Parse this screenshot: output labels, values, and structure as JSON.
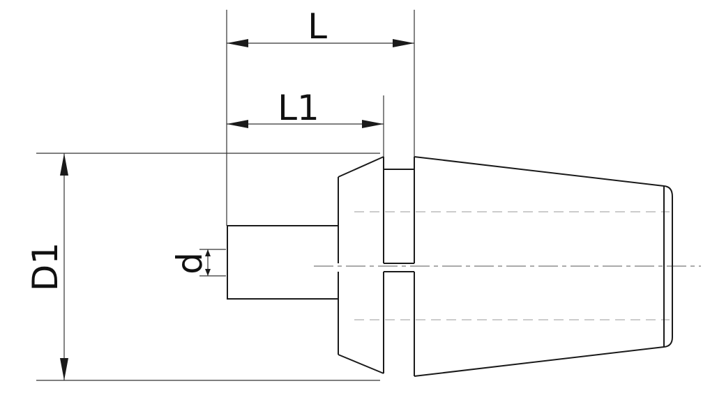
{
  "labels": {
    "L": "L",
    "L1": "L1",
    "D1": "D1",
    "d": "d"
  }
}
